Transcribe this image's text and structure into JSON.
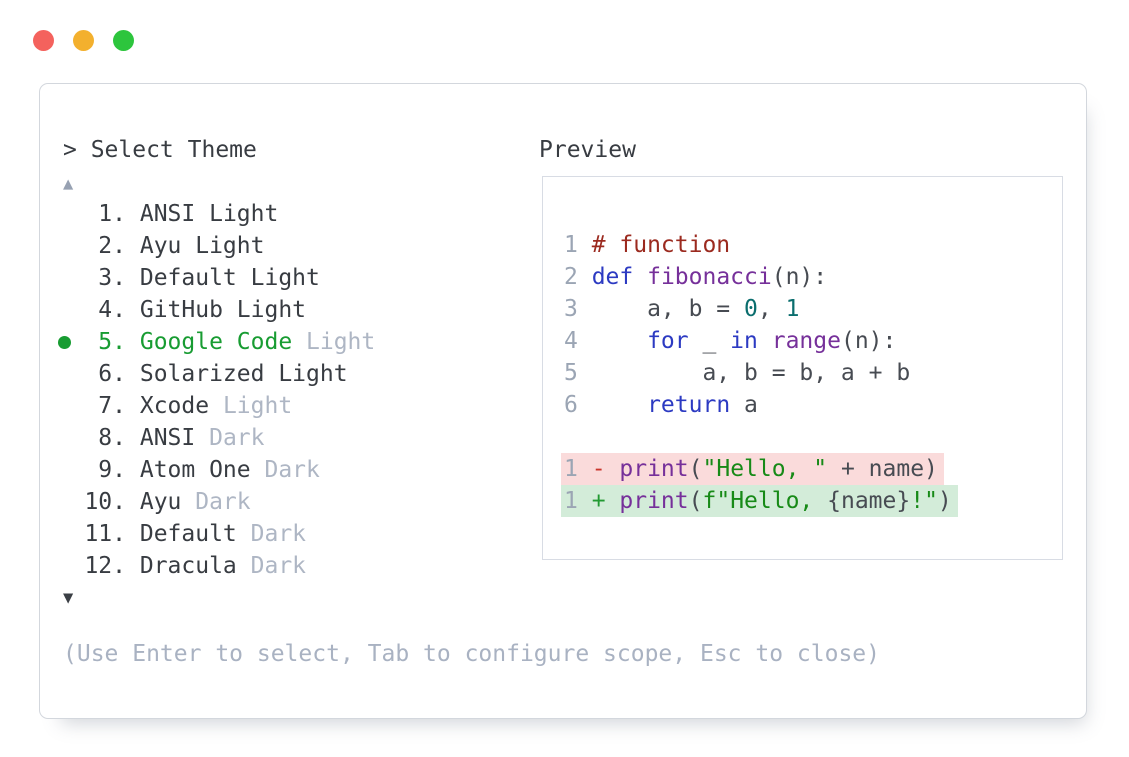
{
  "window": {
    "controls": [
      {
        "name": "close",
        "color": "#f4625d"
      },
      {
        "name": "minimize",
        "color": "#f3b02e"
      },
      {
        "name": "zoom",
        "color": "#2dc53d"
      }
    ]
  },
  "picker": {
    "prompt": "> Select Theme",
    "scroll_up_icon": "▲",
    "scroll_down_icon": "▼",
    "help_text": "(Use Enter to select, Tab to configure scope, Esc to close)",
    "colors": {
      "text": "#383c42",
      "muted": "#aeb6c4",
      "selected": "#189c32",
      "scroll_up": "#97a1b2",
      "scroll_down": "#3b3f45",
      "help": "#a9b2c2"
    },
    "items": [
      {
        "number": "1",
        "name": "ANSI",
        "variant": "Light",
        "variant_muted": false,
        "selected": false
      },
      {
        "number": "2",
        "name": "Ayu",
        "variant": "Light",
        "variant_muted": false,
        "selected": false
      },
      {
        "number": "3",
        "name": "Default",
        "variant": "Light",
        "variant_muted": false,
        "selected": false
      },
      {
        "number": "4",
        "name": "GitHub",
        "variant": "Light",
        "variant_muted": false,
        "selected": false
      },
      {
        "number": "5",
        "name": "Google Code",
        "variant": "Light",
        "variant_muted": true,
        "selected": true
      },
      {
        "number": "6",
        "name": "Solarized",
        "variant": "Light",
        "variant_muted": false,
        "selected": false
      },
      {
        "number": "7",
        "name": "Xcode",
        "variant": "Light",
        "variant_muted": true,
        "selected": false
      },
      {
        "number": "8",
        "name": "ANSI",
        "variant": "Dark",
        "variant_muted": true,
        "selected": false
      },
      {
        "number": "9",
        "name": "Atom One",
        "variant": "Dark",
        "variant_muted": true,
        "selected": false
      },
      {
        "number": "10",
        "name": "Ayu",
        "variant": "Dark",
        "variant_muted": true,
        "selected": false
      },
      {
        "number": "11",
        "name": "Default",
        "variant": "Dark",
        "variant_muted": true,
        "selected": false
      },
      {
        "number": "12",
        "name": "Dracula",
        "variant": "Dark",
        "variant_muted": true,
        "selected": false
      }
    ]
  },
  "preview": {
    "label": "Preview",
    "colors": {
      "plain": "#474b52",
      "comment": "#9b2a1f",
      "keyword": "#2c3ac2",
      "function": "#76309a",
      "number": "#0b6e6e",
      "string": "#178a17",
      "line_number": "#9ba5b4",
      "diff_minus": "#c9362c",
      "diff_plus": "#229a32",
      "removed_bg": "#fadbdb",
      "added_bg": "#d3ecd9"
    },
    "code_lines": [
      {
        "no": "1",
        "tokens": [
          {
            "t": "# function",
            "c": "comment"
          }
        ]
      },
      {
        "no": "2",
        "tokens": [
          {
            "t": "def",
            "c": "keyword"
          },
          {
            "t": " ",
            "c": "plain"
          },
          {
            "t": "fibonacci",
            "c": "function"
          },
          {
            "t": "(n):",
            "c": "plain"
          }
        ]
      },
      {
        "no": "3",
        "tokens": [
          {
            "t": "    a, b = ",
            "c": "plain"
          },
          {
            "t": "0",
            "c": "number"
          },
          {
            "t": ", ",
            "c": "plain"
          },
          {
            "t": "1",
            "c": "number"
          }
        ]
      },
      {
        "no": "4",
        "tokens": [
          {
            "t": "    ",
            "c": "plain"
          },
          {
            "t": "for",
            "c": "keyword"
          },
          {
            "t": " _ ",
            "c": "plain"
          },
          {
            "t": "in",
            "c": "keyword"
          },
          {
            "t": " ",
            "c": "plain"
          },
          {
            "t": "range",
            "c": "function"
          },
          {
            "t": "(n):",
            "c": "plain"
          }
        ]
      },
      {
        "no": "5",
        "tokens": [
          {
            "t": "        a, b = b, a + b",
            "c": "plain"
          }
        ]
      },
      {
        "no": "6",
        "tokens": [
          {
            "t": "    ",
            "c": "plain"
          },
          {
            "t": "return",
            "c": "keyword"
          },
          {
            "t": " a",
            "c": "plain"
          }
        ]
      }
    ],
    "diff_lines": [
      {
        "no": "1",
        "kind": "removed",
        "tokens": [
          {
            "t": "- ",
            "c": "diff_minus"
          },
          {
            "t": "print",
            "c": "function"
          },
          {
            "t": "(",
            "c": "plain"
          },
          {
            "t": "\"Hello, \"",
            "c": "string"
          },
          {
            "t": " + name)",
            "c": "plain"
          }
        ]
      },
      {
        "no": "1",
        "kind": "added",
        "tokens": [
          {
            "t": "+ ",
            "c": "diff_plus"
          },
          {
            "t": "print",
            "c": "function"
          },
          {
            "t": "(",
            "c": "plain"
          },
          {
            "t": "f\"Hello, ",
            "c": "string"
          },
          {
            "t": "{name}",
            "c": "plain"
          },
          {
            "t": "!\"",
            "c": "string"
          },
          {
            "t": ")",
            "c": "plain"
          }
        ]
      }
    ]
  }
}
